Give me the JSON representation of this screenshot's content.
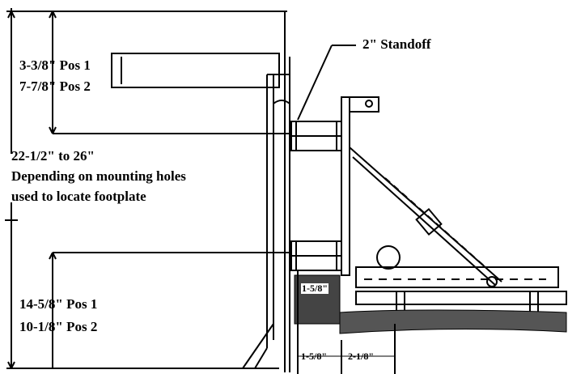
{
  "labels": {
    "standoff": "2\" Standoff",
    "upper_pos1": "3-3/8\" Pos 1",
    "upper_pos2": "7-7/8\" Pos 2",
    "range_line1": "22-1/2\" to 26\"",
    "range_line2": "Depending on mounting holes",
    "range_line3": "used to locate footplate",
    "lower_pos1": "14-5/8\" Pos 1",
    "lower_pos2": "10-1/8\" Pos 2",
    "dim_block": "1-5/8\"",
    "dim_bottom_left": "1-5/8\"",
    "dim_bottom_right": "2-1/8\""
  }
}
